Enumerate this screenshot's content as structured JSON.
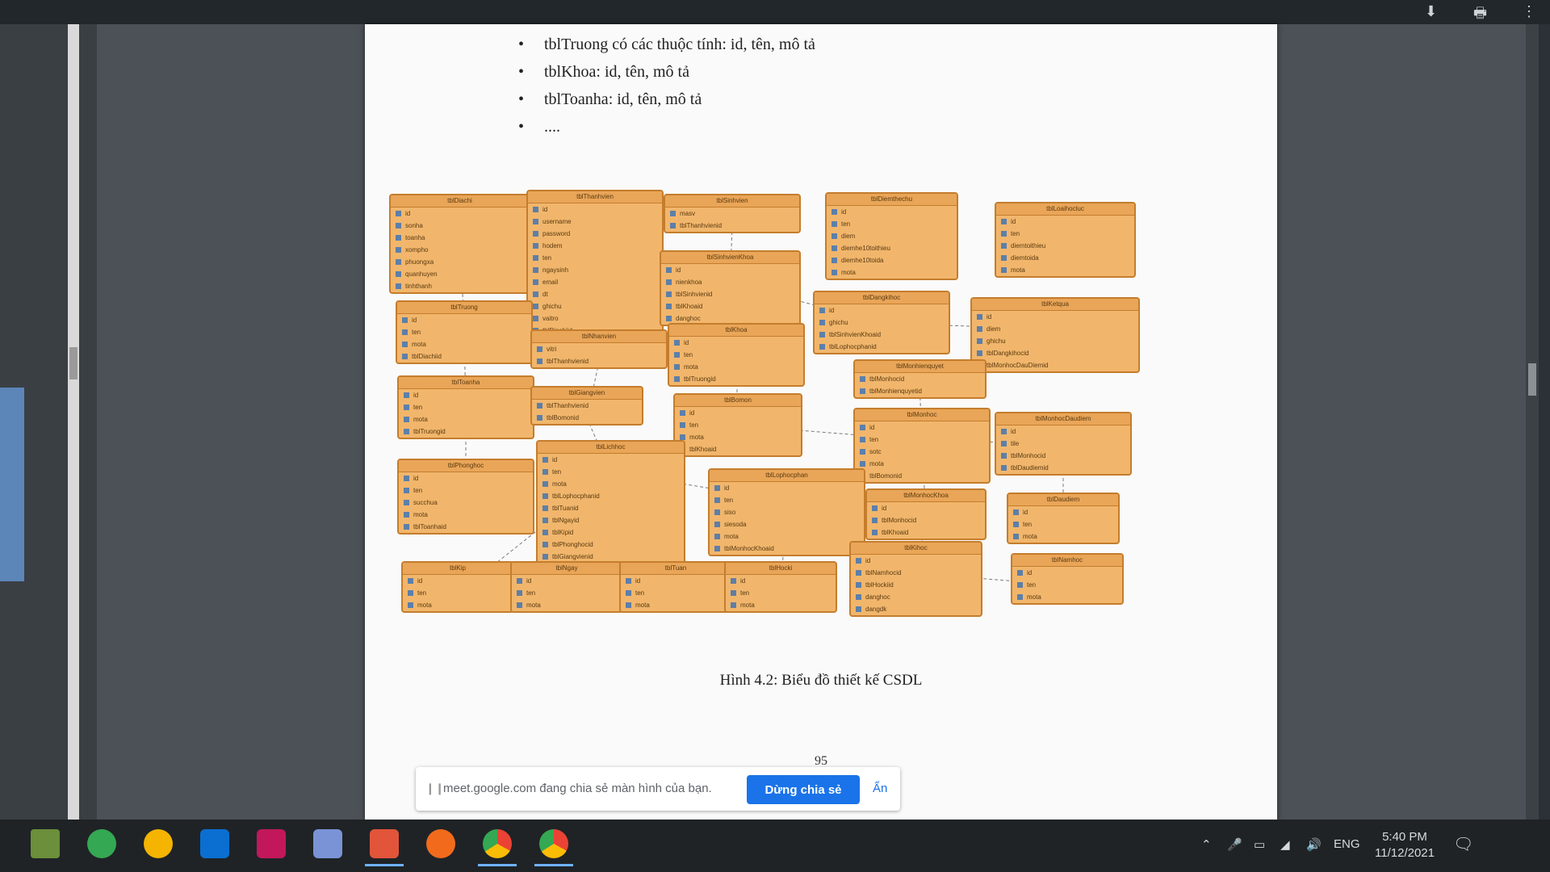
{
  "document": {
    "bullets": [
      "tblTruong có các thuộc tính: id, tên, mô tả",
      "tblKhoa: id, tên, mô tả",
      "tblToanha: id, tên, mô tả",
      "...."
    ],
    "caption": "Hình 4.2: Biểu đồ thiết kế CSDL",
    "page_number": "95"
  },
  "erd_tables": [
    {
      "name": "tblDiachi",
      "rows": [
        "id",
        "sonha",
        "toanha",
        "xompho",
        "phuongxa",
        "quanhuyen",
        "tinhthanh"
      ]
    },
    {
      "name": "tblThanhvien",
      "rows": [
        "id",
        "username",
        "password",
        "hodem",
        "ten",
        "ngaysinh",
        "email",
        "dt",
        "ghichu",
        "vaitro",
        "tblDiachiid"
      ]
    },
    {
      "name": "tblSinhvien",
      "rows": [
        "masv",
        "tblThanhvienid"
      ]
    },
    {
      "name": "tblDiemthechu",
      "rows": [
        "id",
        "ten",
        "diem",
        "diemhe10toithieu",
        "diemhe10toida",
        "mota"
      ]
    },
    {
      "name": "tblLoaihocluc",
      "rows": [
        "id",
        "ten",
        "diemtoithieu",
        "diemtoida",
        "mota"
      ]
    },
    {
      "name": "tblSinhvienKhoa",
      "rows": [
        "id",
        "nienkhoa",
        "tblSinhvienid",
        "tblKhoaid",
        "danghoc"
      ]
    },
    {
      "name": "tblTruong",
      "rows": [
        "id",
        "ten",
        "mota",
        "tblDiachiid"
      ]
    },
    {
      "name": "tblNhanvien",
      "rows": [
        "vitri",
        "tblThanhvienid"
      ]
    },
    {
      "name": "tblKhoa",
      "rows": [
        "id",
        "ten",
        "mota",
        "tblTruongid"
      ]
    },
    {
      "name": "tblDangkihoc",
      "rows": [
        "id",
        "ghichu",
        "tblSinhvienKhoaid",
        "tblLophocphanid"
      ]
    },
    {
      "name": "tblKetqua",
      "rows": [
        "id",
        "diem",
        "ghichu",
        "tblDangkihocid",
        "tblMonhocDauDiemid"
      ]
    },
    {
      "name": "tblMonhienquyet",
      "rows": [
        "tblMonhocid",
        "tblMonhienquyetid"
      ]
    },
    {
      "name": "tblToanha",
      "rows": [
        "id",
        "ten",
        "mota",
        "tblTruongid"
      ]
    },
    {
      "name": "tblGiangvien",
      "rows": [
        "tblThanhvienid",
        "tblBomonid"
      ]
    },
    {
      "name": "tblBomon",
      "rows": [
        "id",
        "ten",
        "mota",
        "tblKhoaid"
      ]
    },
    {
      "name": "tblMonhoc",
      "rows": [
        "id",
        "ten",
        "sotc",
        "mota",
        "tblBomonid"
      ]
    },
    {
      "name": "tblMonhocDaudiem",
      "rows": [
        "id",
        "tile",
        "tblMonhocid",
        "tblDaudiemid"
      ]
    },
    {
      "name": "tblPhonghoc",
      "rows": [
        "id",
        "ten",
        "succhua",
        "mota",
        "tblToanhaid"
      ]
    },
    {
      "name": "tblLichhoc",
      "rows": [
        "id",
        "ten",
        "mota",
        "tblLophocphanid",
        "tblTuanid",
        "tblNgayid",
        "tblKipid",
        "tblPhonghocid",
        "tblGiangvienid"
      ]
    },
    {
      "name": "tblLophocphan",
      "rows": [
        "id",
        "ten",
        "siso",
        "siesoda",
        "mota",
        "tblMonhocKhoaid"
      ]
    },
    {
      "name": "tblMonhocKhoa",
      "rows": [
        "id",
        "tblMonhocid",
        "tblKhoaid"
      ]
    },
    {
      "name": "tblDaudiem",
      "rows": [
        "id",
        "ten",
        "mota"
      ]
    },
    {
      "name": "tblKip",
      "rows": [
        "id",
        "ten",
        "mota"
      ]
    },
    {
      "name": "tblNgay",
      "rows": [
        "id",
        "ten",
        "mota"
      ]
    },
    {
      "name": "tblTuan",
      "rows": [
        "id",
        "ten",
        "mota"
      ]
    },
    {
      "name": "tblHocki",
      "rows": [
        "id",
        "ten",
        "mota"
      ]
    },
    {
      "name": "tblKihoc",
      "rows": [
        "id",
        "tblNamhocid",
        "tblHockiid",
        "danghoc",
        "dangdk"
      ]
    },
    {
      "name": "tblNamhoc",
      "rows": [
        "id",
        "ten",
        "mota"
      ]
    }
  ],
  "sharebar": {
    "message": "meet.google.com đang chia sẻ màn hình của bạn.",
    "stop_label": "Dừng chia sẻ",
    "hide_label": "Ẩn"
  },
  "taskbar": {
    "apps": [
      "file-manager",
      "maps",
      "browser-app",
      "vscode",
      "intellij",
      "virtualbox",
      "git-app",
      "slash-app",
      "chrome",
      "chrome-2"
    ],
    "lang": "ENG",
    "time": "5:40 PM",
    "date": "11/12/2021"
  },
  "colors": {
    "table_fill": "#f1b66c",
    "table_border": "#c47d2d",
    "share_button": "#1a73e8"
  }
}
